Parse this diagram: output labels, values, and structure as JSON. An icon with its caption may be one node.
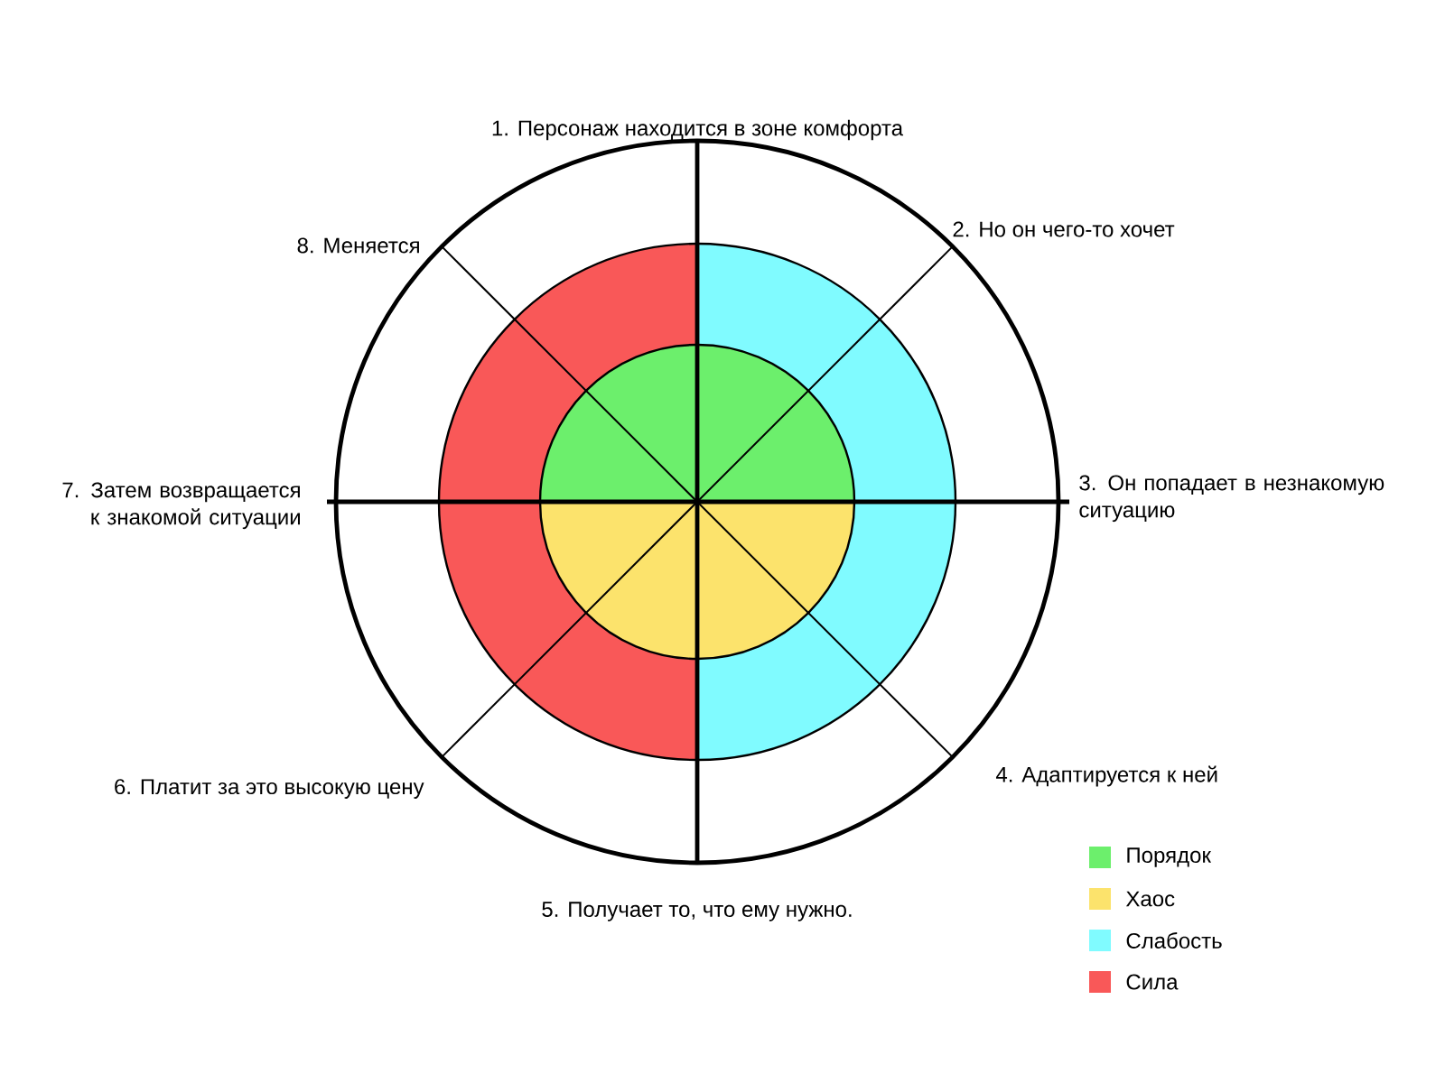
{
  "diagram": {
    "labels": [
      "1. Персонаж находится в зоне комфорта",
      "2. Но он чего-то хочет",
      "3. Он попадает в незнакомую ситуацию",
      "4. Адаптируется к ней",
      "5. Получает то, что ему нужно.",
      "6. Платит за это высокую цену",
      "7. Затем возвращается к знакомой ситуации",
      "8. Меняется"
    ],
    "legend": [
      {
        "text": "Порядок",
        "color": "#6cef6c"
      },
      {
        "text": "Хаос",
        "color": "#fce36c"
      },
      {
        "text": "Слабость",
        "color": "#80fbff"
      },
      {
        "text": "Сила",
        "color": "#f95858"
      }
    ]
  }
}
